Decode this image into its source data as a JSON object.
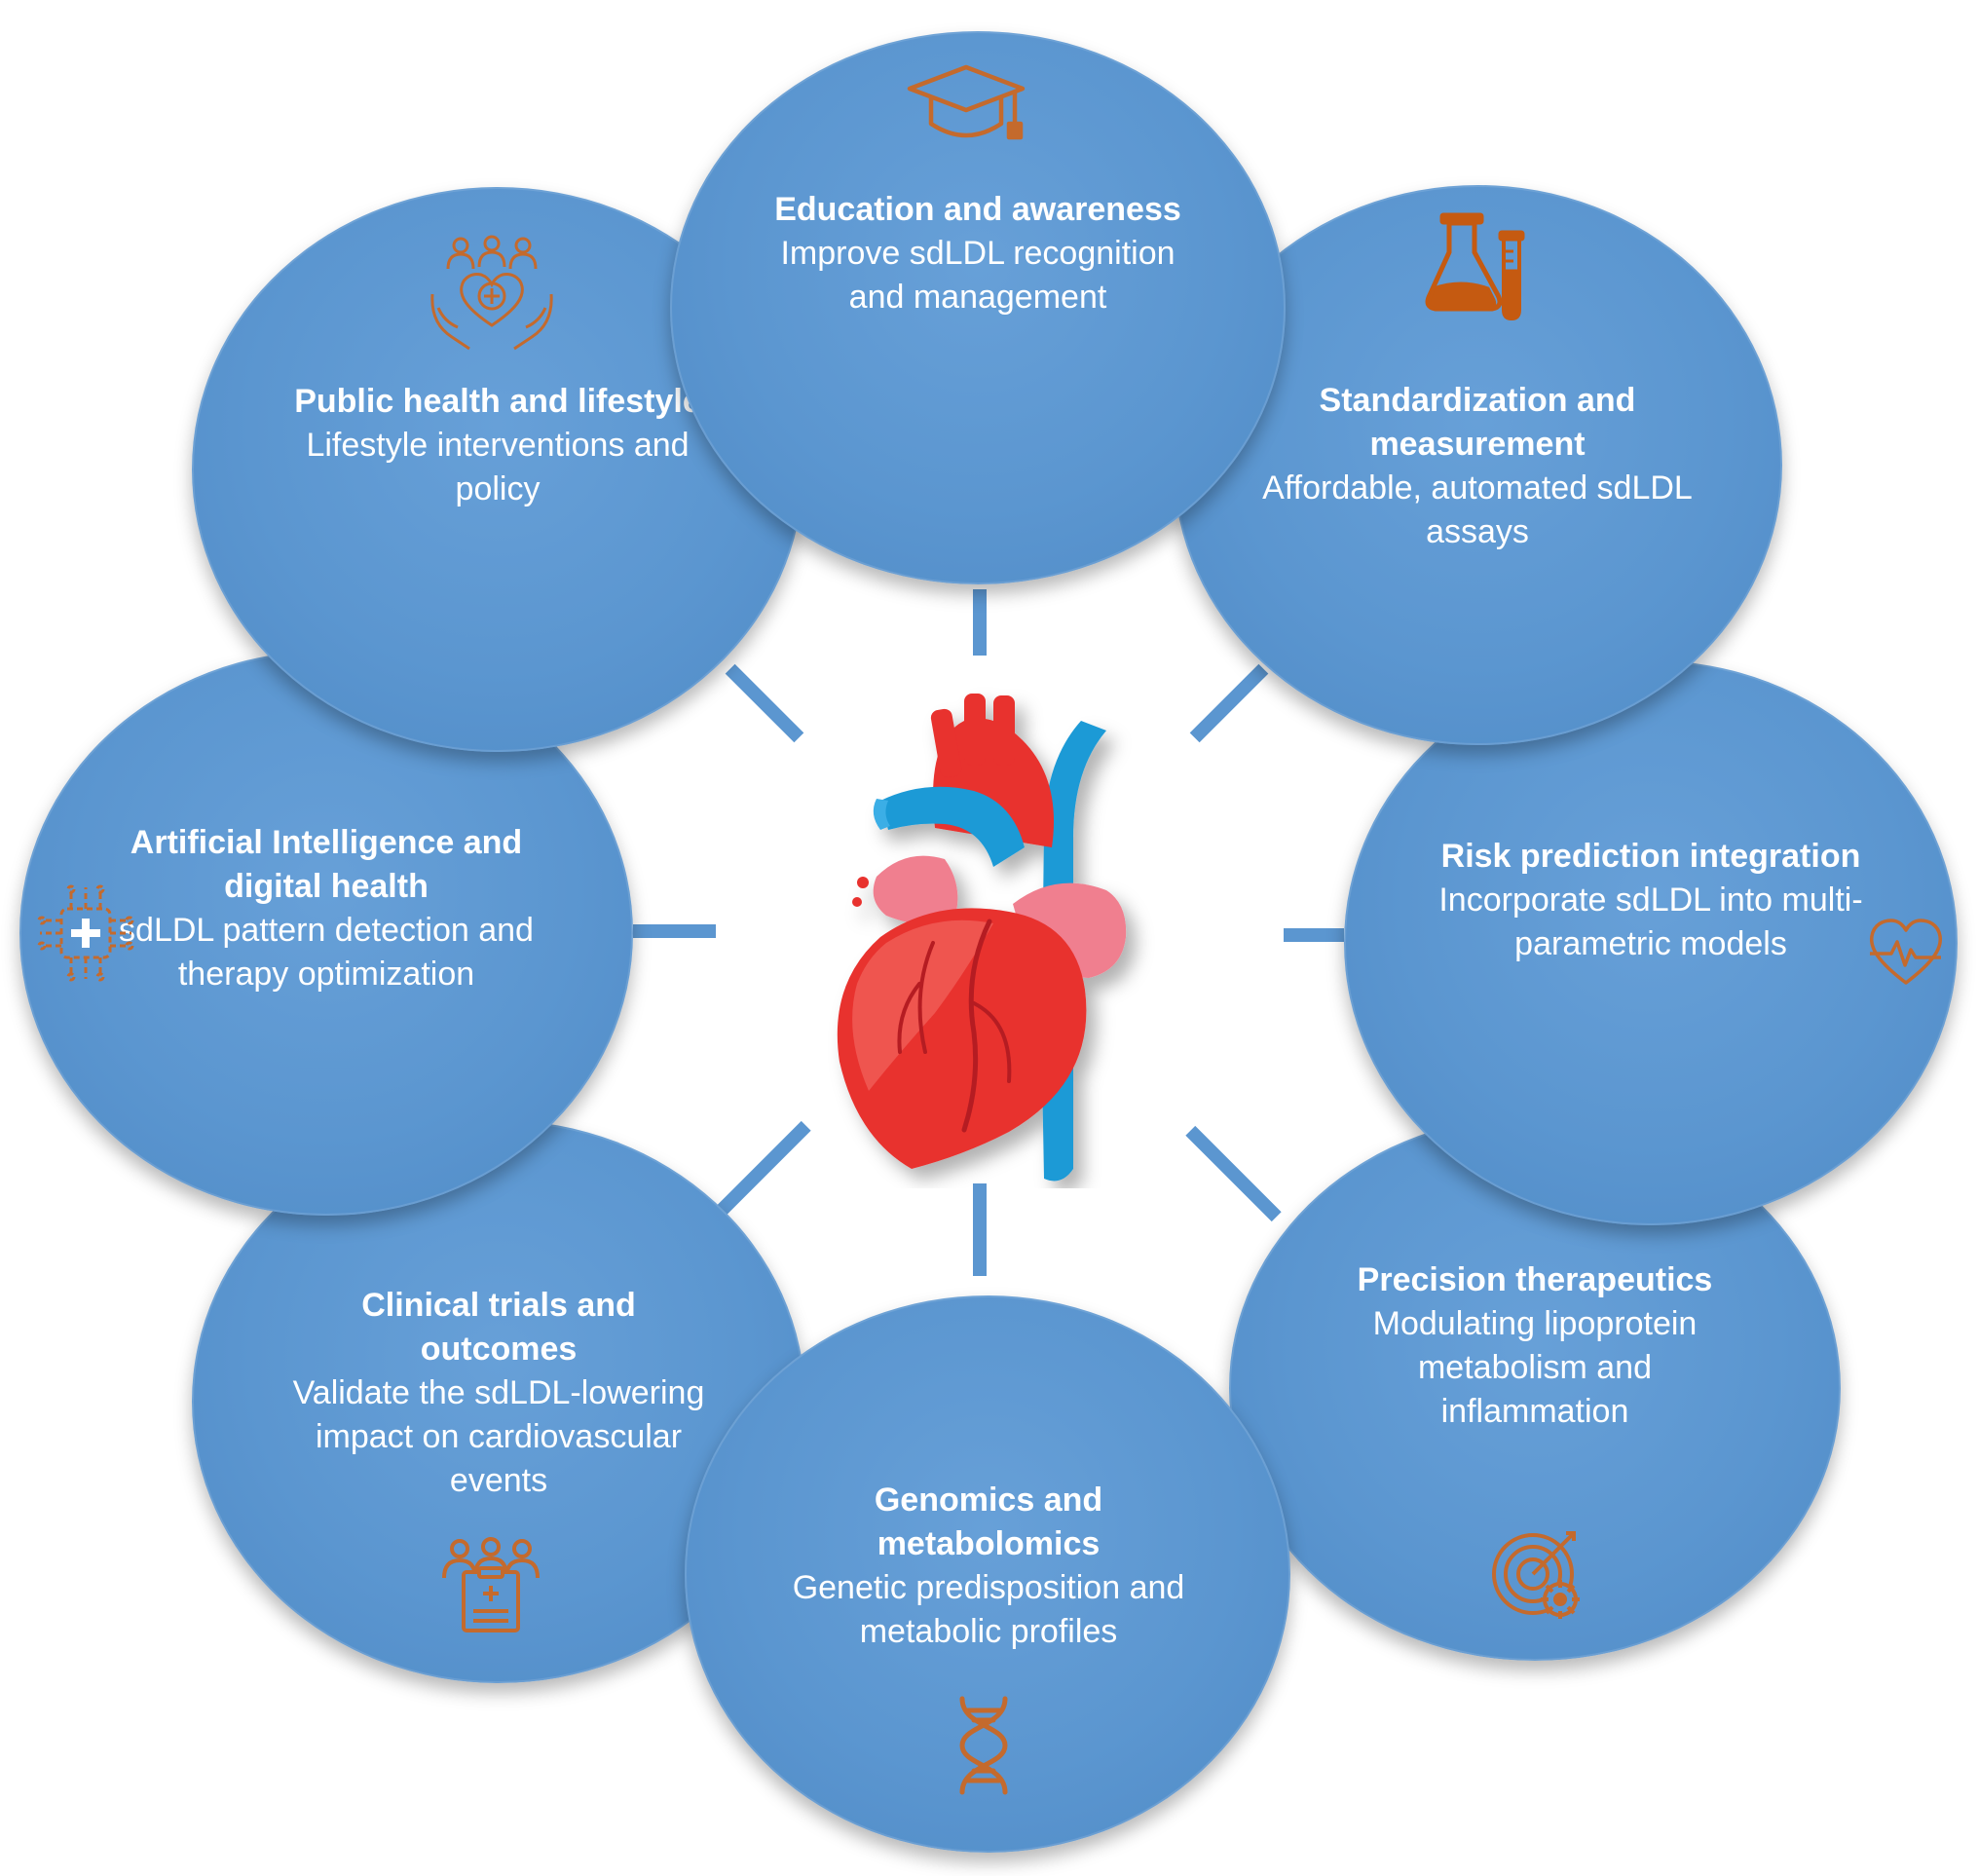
{
  "nodes": {
    "public_health": {
      "title": "Public health and lifestyle",
      "desc": "Lifestyle interventions and policy",
      "icon": "heart-hands-community-icon"
    },
    "education": {
      "title": "Education and awareness",
      "desc": "Improve sdLDL recognition and management",
      "icon": "graduation-cap-icon"
    },
    "standardization": {
      "title": "Standardization and measurement",
      "desc": "Affordable, automated sdLDL assays",
      "icon": "lab-flask-test-tube-icon"
    },
    "risk_prediction": {
      "title": "Risk prediction integration",
      "desc": "Incorporate sdLDL into multi-parametric models",
      "icon": "heart-pulse-icon"
    },
    "precision": {
      "title": "Precision therapeutics",
      "desc": "Modulating lipoprotein metabolism and inflammation",
      "icon": "target-gear-icon"
    },
    "genomics": {
      "title": "Genomics and metabolomics",
      "desc": "Genetic predisposition and metabolic profiles",
      "icon": "dna-icon"
    },
    "clinical_trials": {
      "title": "Clinical trials and outcomes",
      "desc": "Validate the sdLDL-lowering impact on cardiovascular events",
      "icon": "clinical-team-clipboard-icon"
    },
    "ai": {
      "title": "Artificial Intelligence and digital health",
      "desc": "sdLDL pattern detection and therapy optimization",
      "icon": "digital-health-chip-icon"
    }
  },
  "center": {
    "icon": "anatomical-heart-icon"
  },
  "colors": {
    "node_fill": "#5b96d0",
    "icon": "#c46a2d",
    "icon_solid": "#c55a11",
    "text": "#ffffff",
    "heart_red": "#e8302e",
    "vessel_blue": "#1e9ad6"
  }
}
